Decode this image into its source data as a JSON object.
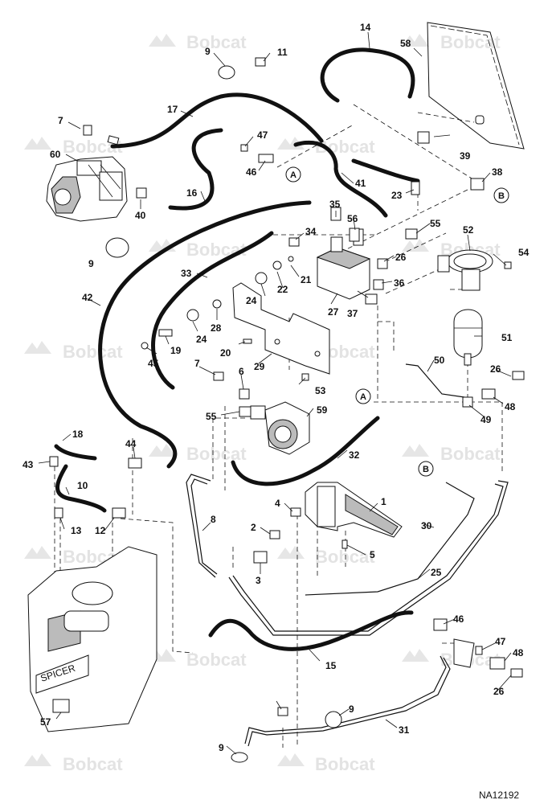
{
  "watermark": "Bobcat",
  "reference_code": "NA12192",
  "connection_markers": [
    "A",
    "B"
  ],
  "callouts": [
    "1",
    "2",
    "3",
    "4",
    "5",
    "6",
    "7",
    "8",
    "9",
    "10",
    "11",
    "12",
    "13",
    "14",
    "15",
    "16",
    "17",
    "18",
    "19",
    "20",
    "21",
    "22",
    "23",
    "24",
    "25",
    "26",
    "27",
    "28",
    "29",
    "30",
    "31",
    "32",
    "33",
    "34",
    "35",
    "36",
    "37",
    "38",
    "39",
    "40",
    "41",
    "42",
    "43",
    "44",
    "45",
    "46",
    "47",
    "48",
    "49",
    "50",
    "51",
    "52",
    "53",
    "54",
    "55",
    "56",
    "57",
    "58",
    "59",
    "60"
  ],
  "pump_label": "SPICER"
}
